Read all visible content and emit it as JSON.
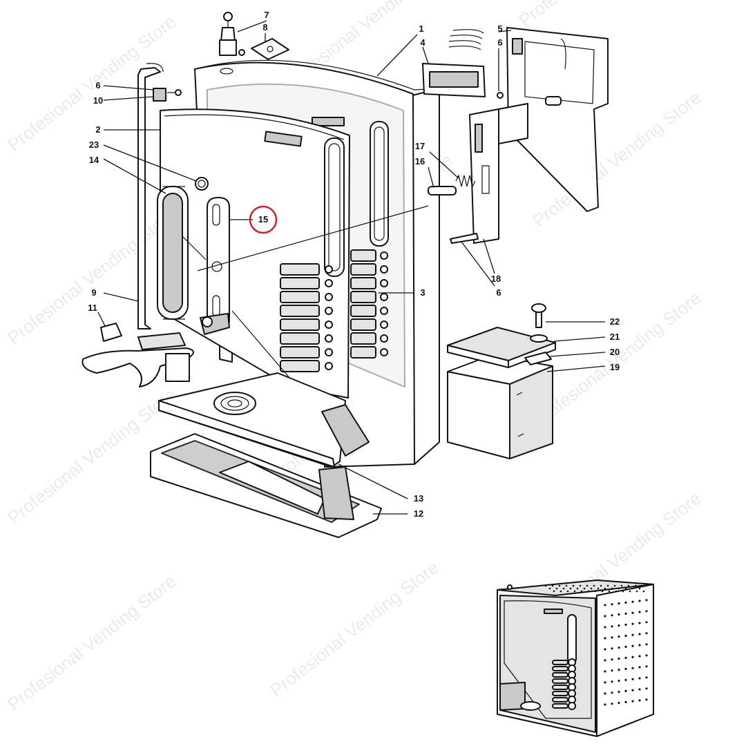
{
  "watermark": {
    "text": "Profesional Vending Store",
    "color": "#d9d9d9"
  },
  "highlight": {
    "part": "15",
    "ring_color": "#d21f2a"
  },
  "callouts": [
    {
      "id": "7",
      "label": "7"
    },
    {
      "id": "8",
      "label": "8"
    },
    {
      "id": "1",
      "label": "1"
    },
    {
      "id": "5",
      "label": "5"
    },
    {
      "id": "4",
      "label": "4"
    },
    {
      "id": "6a",
      "label": "6"
    },
    {
      "id": "6b",
      "label": "6"
    },
    {
      "id": "10",
      "label": "10"
    },
    {
      "id": "2",
      "label": "2"
    },
    {
      "id": "23",
      "label": "23"
    },
    {
      "id": "14",
      "label": "14"
    },
    {
      "id": "17",
      "label": "17"
    },
    {
      "id": "16",
      "label": "16"
    },
    {
      "id": "15",
      "label": "15"
    },
    {
      "id": "18",
      "label": "18"
    },
    {
      "id": "6c",
      "label": "6"
    },
    {
      "id": "3",
      "label": "3"
    },
    {
      "id": "9",
      "label": "9"
    },
    {
      "id": "11",
      "label": "11"
    },
    {
      "id": "22",
      "label": "22"
    },
    {
      "id": "21",
      "label": "21"
    },
    {
      "id": "20",
      "label": "20"
    },
    {
      "id": "19",
      "label": "19"
    },
    {
      "id": "13",
      "label": "13"
    },
    {
      "id": "12",
      "label": "12"
    }
  ]
}
